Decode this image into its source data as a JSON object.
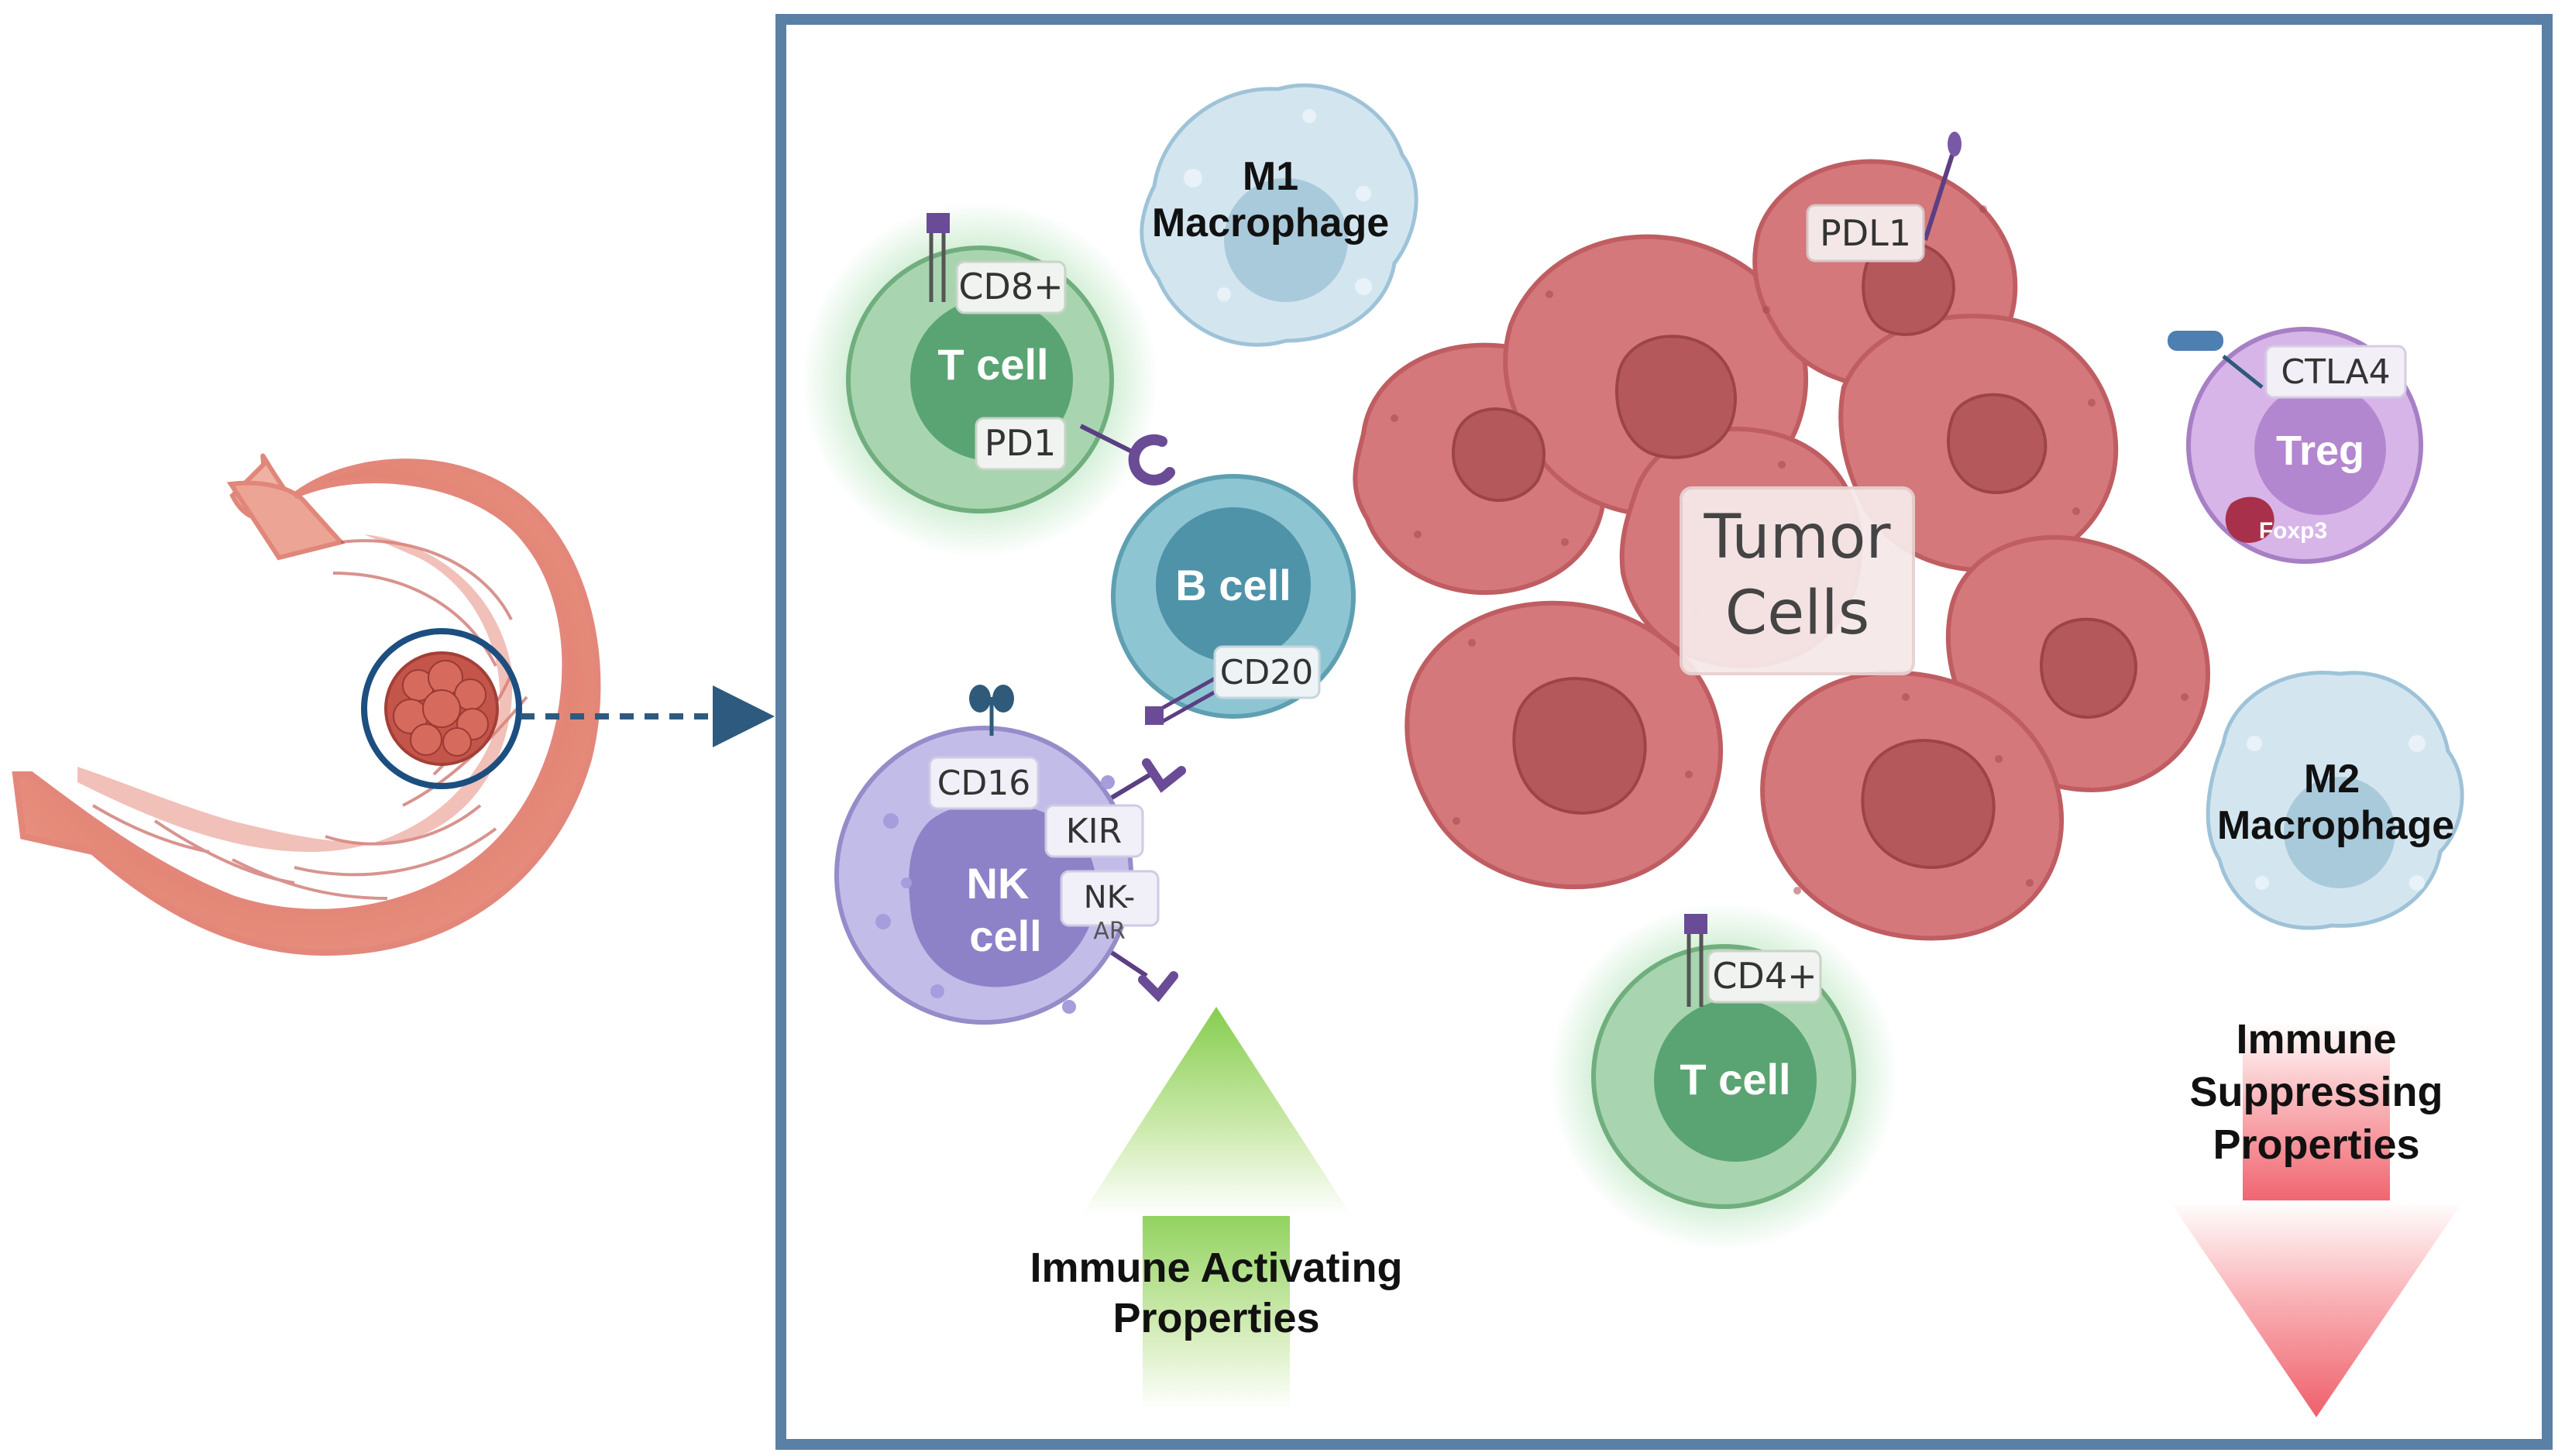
{
  "stomach": {
    "arrow": "dashed-arrow-right"
  },
  "panel": {
    "m1_macrophage": {
      "line1": "M1",
      "line2": "Macrophage"
    },
    "m2_macrophage": {
      "line1": "M2",
      "line2": "Macrophage"
    },
    "cd8_t_cell": {
      "name": "T cell",
      "marker": "CD8+",
      "receptor": "PD1"
    },
    "cd4_t_cell": {
      "name": "T cell",
      "marker": "CD4+"
    },
    "b_cell": {
      "name": "B cell",
      "marker": "CD20"
    },
    "nk_cell": {
      "line1": "NK",
      "line2": "cell",
      "marker1": "CD16",
      "marker2": "KIR",
      "marker3_line1": "NK-",
      "marker3_line2": "AR"
    },
    "tumor": {
      "line1": "Tumor",
      "line2": "Cells",
      "ligand": "PDL1"
    },
    "treg": {
      "name": "Treg",
      "marker": "CTLA4",
      "factor": "Foxp3"
    },
    "activating": {
      "line1": "Immune Activating",
      "line2": "Properties"
    },
    "suppressing": {
      "line1": "Immune",
      "line2": "Suppressing",
      "line3": "Properties"
    }
  },
  "colors": {
    "panel_border": "#5a80a6",
    "tumor": "#d4787b",
    "tumor_nucleus": "#b5585c",
    "t_cell": "#8cc79a",
    "b_cell": "#6db3c4",
    "nk_cell": "#b9b1e0",
    "treg": "#cba4de",
    "macrophage": "#cfe3ee",
    "activating_arrow": "#8fcf5a",
    "suppressing_arrow": "#f06d78"
  }
}
